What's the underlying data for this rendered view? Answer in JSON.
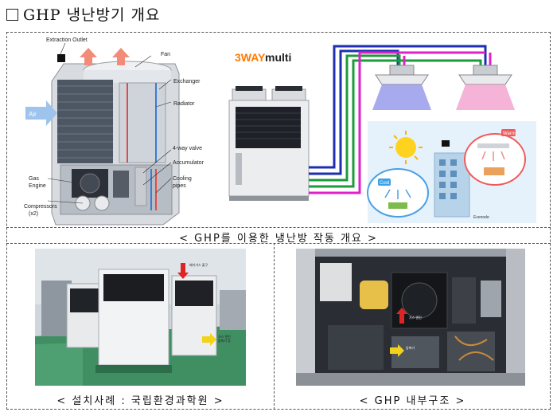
{
  "heading": {
    "bullet": "□",
    "title": "GHP 냉난방기 개요"
  },
  "diagram": {
    "labels": {
      "extraction_outlet": "Extraction Outlet",
      "fan": "Fan",
      "exchanger": "Exchanger",
      "radiator": "Radiator",
      "air": "Air",
      "four_way_valve": "4-way valve",
      "accumulator": "Accumulator",
      "gas_engine_1": "Gas",
      "gas_engine_2": "Engine",
      "cooling_1": "Cooling",
      "cooling_2": "pipes",
      "compressors_1": "Compressors",
      "compressors_2": "(x2)"
    },
    "multi_title_accent": "3WAY",
    "multi_title_rest": " multi",
    "cool": "Cool",
    "warm": "Warm",
    "building_label": "Evenode"
  },
  "captions": {
    "operation": "< GHP를 이용한 냉난방 작동 개요 >",
    "install": "< 설치사례 : 국립환경과학원 >",
    "internal": "< GHP 내부구조 >"
  },
  "colors": {
    "accent_orange": "#ff7a00",
    "pipe_blue": "#1d2fb0",
    "pipe_green": "#1c9b3a",
    "pipe_magenta": "#e020c8"
  }
}
